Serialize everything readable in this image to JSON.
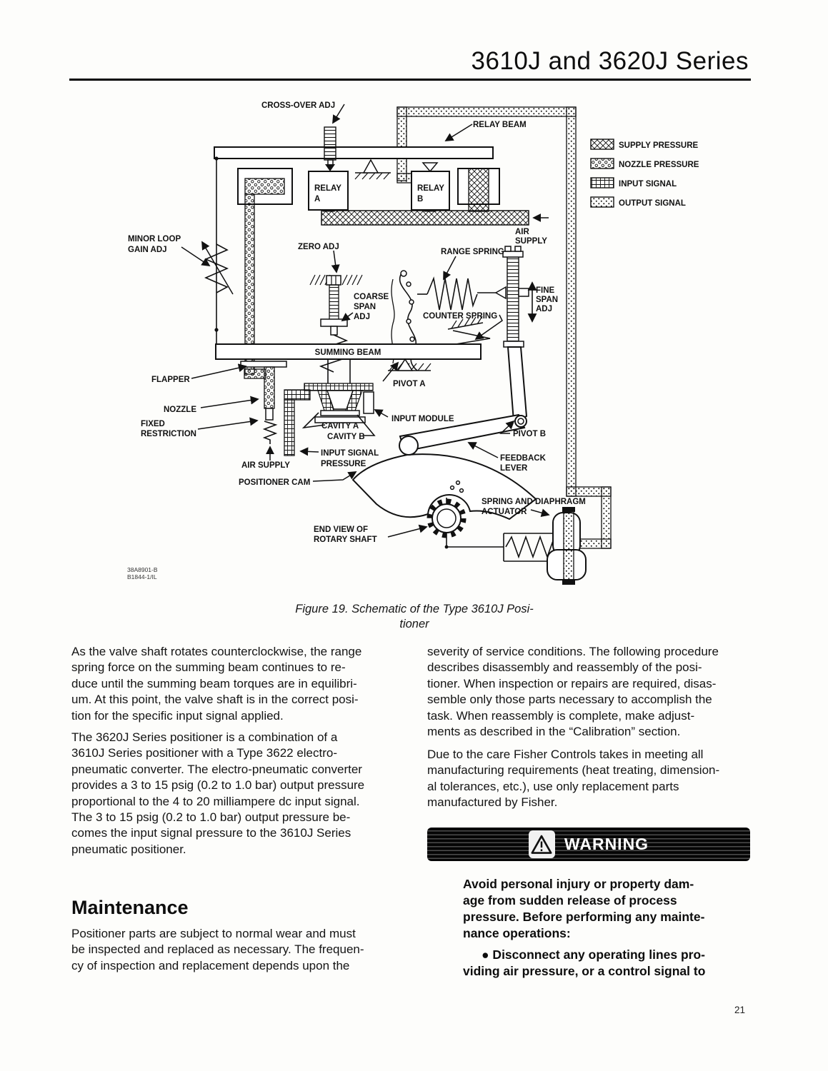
{
  "header": {
    "title": "3610J and 3620J Series"
  },
  "figure": {
    "caption": [
      "Figure 19. Schematic of the Type 3610J Posi-",
      "tioner"
    ],
    "refs": [
      "38A8901-B",
      "B1844-1/IL"
    ],
    "legend": {
      "supply": "SUPPLY PRESSURE",
      "nozzle": "NOZZLE PRESSURE",
      "input": "INPUT SIGNAL",
      "output": "OUTPUT SIGNAL"
    },
    "labels": {
      "cross_over_adj": "CROSS-OVER ADJ",
      "relay_beam": "RELAY BEAM",
      "relay_a": [
        "RELAY",
        "A"
      ],
      "relay_b": [
        "RELAY",
        "B"
      ],
      "air_supply_top": [
        "AIR",
        "SUPPLY"
      ],
      "minor_loop_gain_adj": [
        "MINOR LOOP",
        "GAIN ADJ"
      ],
      "zero_adj": "ZERO ADJ",
      "range_spring": "RANGE SPRING",
      "coarse_span_adj": [
        "COARSE",
        "SPAN",
        "ADJ"
      ],
      "counter_spring": "COUNTER SPRING",
      "fine_span_adj": [
        "FINE",
        "SPAN",
        "ADJ"
      ],
      "summing_beam": "SUMMING BEAM",
      "flapper": "FLAPPER",
      "pivot_a": "PIVOT A",
      "nozzle": "NOZZLE",
      "fixed_restriction": [
        "FIXED",
        "RESTRICTION"
      ],
      "cavity_a": "CAVITY A",
      "cavity_b": "CAVITY B",
      "input_module": "INPUT MODULE",
      "input_signal_pressure": [
        "INPUT SIGNAL",
        "PRESSURE"
      ],
      "air_supply_bottom": "AIR SUPPLY",
      "positioner_cam": "POSITIONER CAM",
      "pivot_b": "PIVOT B",
      "feedback_lever": [
        "FEEDBACK",
        "LEVER"
      ],
      "spring_and_diaphragm_actuator": [
        "SPRING AND DIAPHRAGM",
        "ACTUATOR"
      ],
      "end_view_of_rotary_shaft": [
        "END VIEW OF",
        "ROTARY SHAFT"
      ]
    }
  },
  "body": {
    "left": {
      "p1": "As the valve shaft rotates counterclockwise, the range\nspring force on the summing beam continues to re-\nduce until the summing beam torques are in equilibri-\num. At this point, the valve shaft is in the correct posi-\ntion for the specific input signal applied.",
      "p2": "The 3620J Series positioner is a combination of a\n3610J Series positioner with a Type 3622 electro-\npneumatic converter. The electro-pneumatic converter\nprovides a 3 to 15 psig (0.2 to 1.0 bar) output pressure\nproportional to the 4 to 20 milliampere dc input signal.\nThe 3 to 15 psig (0.2 to 1.0 bar) output pressure be-\ncomes the input signal pressure to the 3610J Series\npneumatic positioner.",
      "maintenance_heading": "Maintenance",
      "maintenance_p": "Positioner parts are subject to normal wear and must\nbe inspected and replaced as necessary. The frequen-\ncy of inspection and replacement depends upon the"
    },
    "right": {
      "p1": "severity of service conditions. The following procedure\ndescribes disassembly and reassembly of the posi-\ntioner. When inspection or repairs are required, disas-\nsemble only those parts necessary to accomplish the\ntask. When reassembly is complete, make adjust-\nments as described in the “Calibration” section.",
      "p2": "Due to the care Fisher Controls takes in meeting all\nmanufacturing requirements (heat treating, dimension-\nal tolerances, etc.), use only replacement parts\nmanufactured by Fisher.",
      "warning": {
        "title": "WARNING",
        "p1": "Avoid personal injury or property dam-\nage from sudden release of process\npressure. Before performing any mainte-\nnance operations:",
        "bullet": "●  Disconnect any operating lines pro-\nviding air pressure, or a control signal to"
      }
    }
  },
  "footer": {
    "page_number": "21"
  }
}
